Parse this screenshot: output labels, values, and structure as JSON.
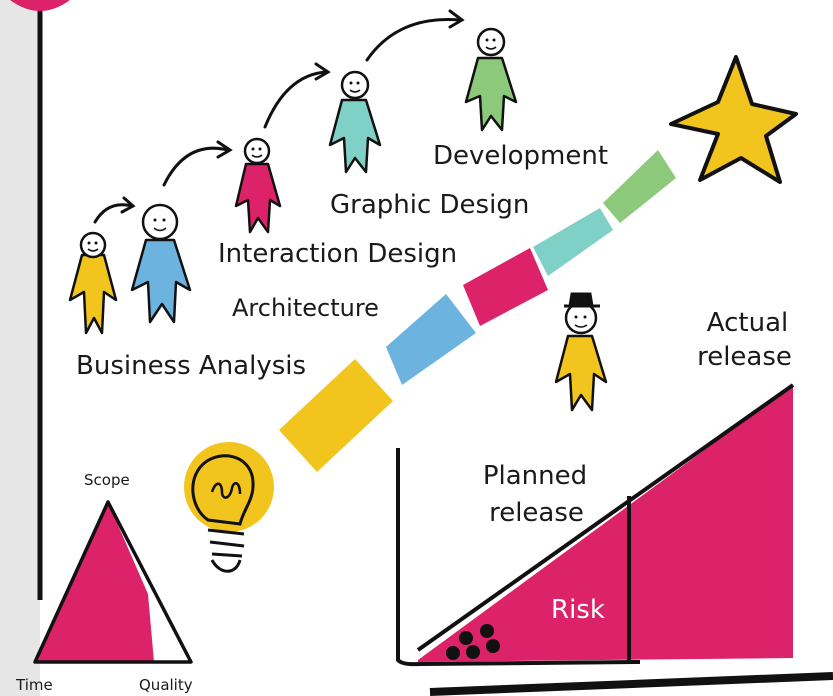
{
  "roles": [
    {
      "label": "Business Analysis",
      "color": "#f2c41e"
    },
    {
      "label": "Architecture",
      "color": "#6cb3e0"
    },
    {
      "label": "Interaction Design",
      "color": "#dc2268"
    },
    {
      "label": "Graphic Design",
      "color": "#7fd0c6"
    },
    {
      "label": "Development",
      "color": "#8cc97a"
    }
  ],
  "release": {
    "actual_line1": "Actual",
    "actual_line2": "release",
    "planned_line1": "Planned",
    "planned_line2": "release",
    "risk_label": "Risk"
  },
  "triangle": {
    "top": "Scope",
    "left": "Time",
    "right": "Quality"
  },
  "colors": {
    "pink": "#dc2268",
    "yellow": "#f2c41e",
    "blue": "#6cb3e0",
    "teal": "#7fd0c6",
    "green": "#8cc97a",
    "panel": "#e6e6e6",
    "ink": "#111111"
  }
}
